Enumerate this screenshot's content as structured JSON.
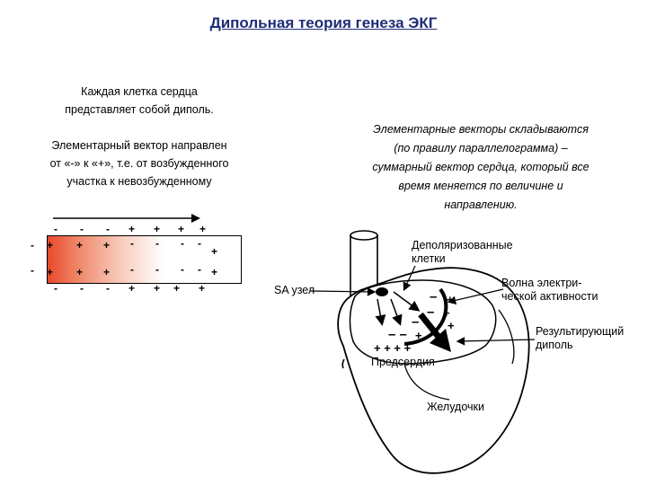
{
  "title": "Дипольная теория генеза ЭКГ",
  "left_text": {
    "line1": "Каждая клетка сердца",
    "line2": "представляет собой диполь.",
    "line3": "Элементарный вектор направлен",
    "line4": "от «-» к «+», т.е. от возбужденного",
    "line5": "участка к невозбужденному"
  },
  "right_text": {
    "line1": "Элементарные векторы складываются",
    "line2": "(по правилу параллелограмма) –",
    "line3": "суммарный вектор сердца, который все",
    "line4": "время меняется по величине и",
    "line5": "направлению."
  },
  "cell_diagram": {
    "top_outside": [
      "-",
      "-",
      "-",
      "+",
      "+",
      "+",
      "+"
    ],
    "top_inside": [
      "+",
      "+",
      "+",
      "-",
      "-",
      "-",
      "-"
    ],
    "bottom_inside": [
      "+",
      "+",
      "+",
      "-",
      "-",
      "-",
      "-"
    ],
    "bottom_outside": [
      "-",
      "-",
      "-",
      "+",
      "+",
      "+",
      "+"
    ],
    "left_minus": "-",
    "right_plus": "+"
  },
  "heart_diagram": {
    "sa_node": "SA узел",
    "depolarized_1": "Деполяризованные",
    "depolarized_2": "клетки",
    "wave_1": "Волна электри-",
    "wave_2": "ческой активности",
    "dipole_1": "Результирующий",
    "dipole_2": "диполь",
    "atria": "Предсердия",
    "ventricles": "Желудочки"
  },
  "colors": {
    "title": "#1f2d78",
    "gradient_start": "#e84a2a"
  }
}
